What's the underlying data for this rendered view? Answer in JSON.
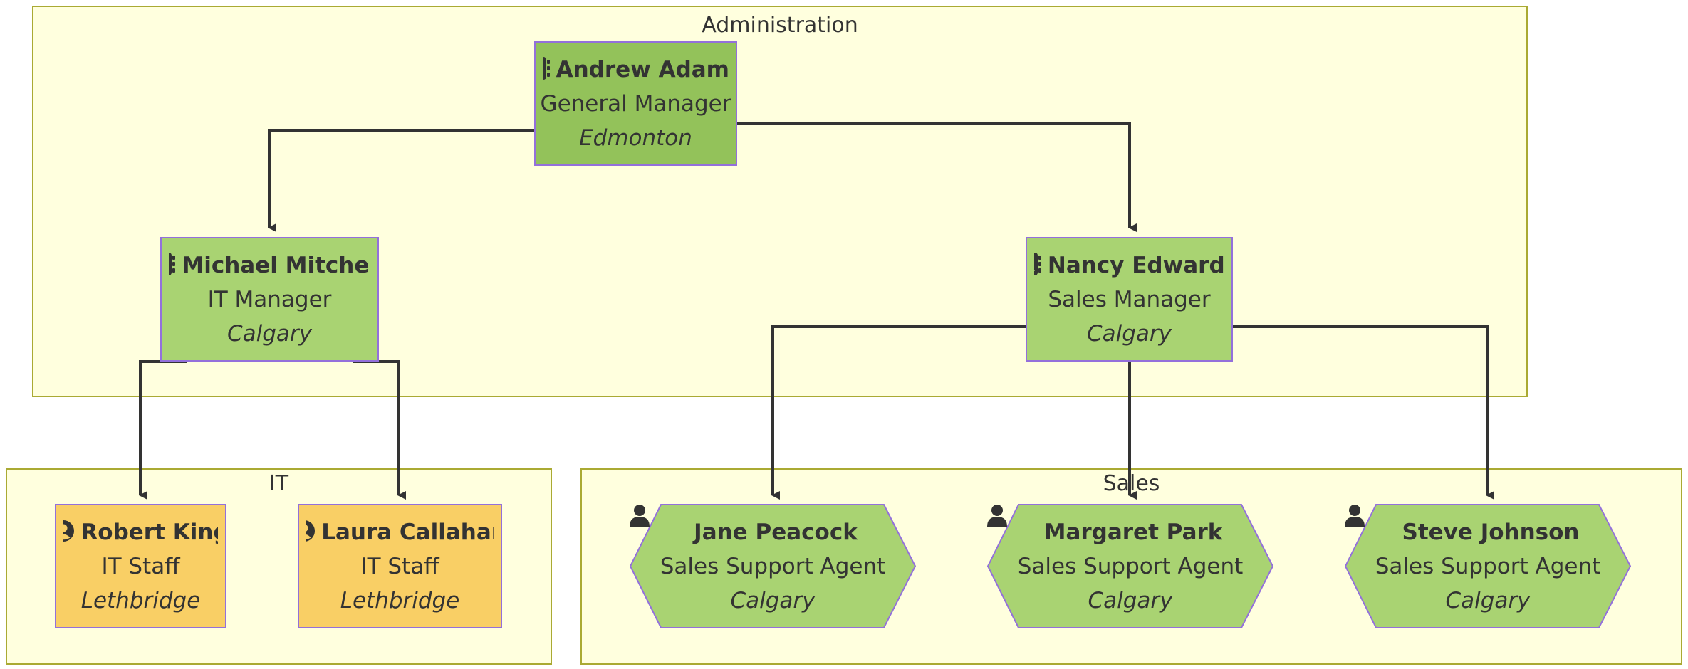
{
  "clusters": {
    "administration": "Administration",
    "it": "IT",
    "sales": "Sales"
  },
  "nodes": {
    "andrew": {
      "name": "Andrew Adams",
      "title": "General Manager",
      "location": "Edmonton",
      "icon": "address-book-icon"
    },
    "michael": {
      "name": "Michael Mitchell",
      "title": "IT Manager",
      "location": "Calgary",
      "icon": "address-book-icon"
    },
    "nancy": {
      "name": "Nancy Edwards",
      "title": "Sales Manager",
      "location": "Calgary",
      "icon": "address-book-icon"
    },
    "robert": {
      "name": "Robert King",
      "title": "IT Staff",
      "location": "Lethbridge",
      "icon": "user-circle-icon"
    },
    "laura": {
      "name": "Laura Callahan",
      "title": "IT Staff",
      "location": "Lethbridge",
      "icon": "user-circle-icon"
    },
    "jane": {
      "name": "Jane Peacock",
      "title": "Sales Support Agent",
      "location": "Calgary",
      "icon": "user-icon"
    },
    "margaret": {
      "name": "Margaret Park",
      "title": "Sales Support Agent",
      "location": "Calgary",
      "icon": "user-icon"
    },
    "steve": {
      "name": "Steve Johnson",
      "title": "Sales Support Agent",
      "location": "Calgary",
      "icon": "user-icon"
    }
  },
  "edges": [
    {
      "from": "andrew",
      "to": "michael"
    },
    {
      "from": "andrew",
      "to": "nancy"
    },
    {
      "from": "michael",
      "to": "robert"
    },
    {
      "from": "michael",
      "to": "laura"
    },
    {
      "from": "nancy",
      "to": "jane"
    },
    {
      "from": "nancy",
      "to": "margaret"
    },
    {
      "from": "nancy",
      "to": "steve"
    }
  ],
  "colors": {
    "cluster_fill": "#ffffde",
    "cluster_border": "#aaaa33",
    "node_border": "#9370db",
    "manager_fill": "#a9d372",
    "general_manager_fill": "#93c25a",
    "staff_fill": "#f9cf65",
    "edge": "#333333"
  }
}
